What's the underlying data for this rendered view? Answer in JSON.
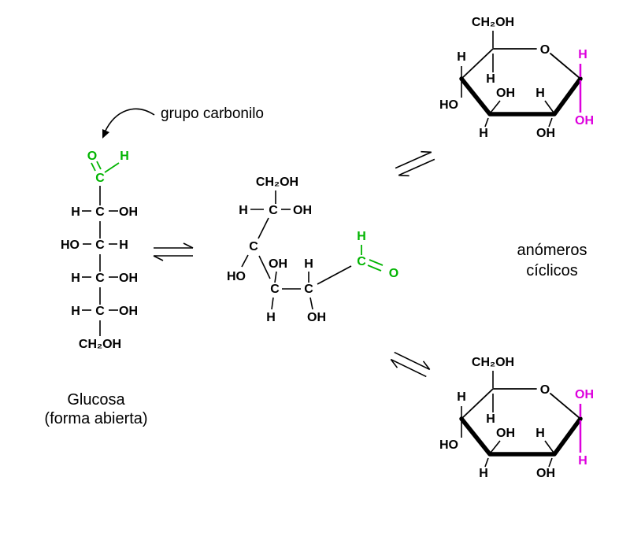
{
  "colors": {
    "green": "#00b400",
    "magenta": "#dd00dd"
  },
  "annotation": {
    "carbonyl": "grupo carbonilo"
  },
  "open_chain": {
    "aldehyde": {
      "o": "O",
      "c": "C",
      "h": "H"
    },
    "rows": [
      {
        "left": "H",
        "c": "C",
        "right": "OH"
      },
      {
        "left": "HO",
        "c": "C",
        "right": "H"
      },
      {
        "left": "H",
        "c": "C",
        "right": "OH"
      },
      {
        "left": "H",
        "c": "C",
        "right": "OH"
      }
    ],
    "tail": "CH₂OH",
    "caption1": "Glucosa",
    "caption2": "(forma abierta)"
  },
  "bent_chain": {
    "c6": "CH₂OH",
    "c5_h": "H",
    "c5_c": "C",
    "c5_oh": "OH",
    "c4_c": "C",
    "c4_ho": "HO",
    "c3_oh": "OH",
    "c3_c": "C",
    "c3_h": "H",
    "c2_h": "H",
    "c2_c": "C",
    "c2_oh": "OH",
    "c1_h": "H",
    "c1_c": "C",
    "c1_o": "O"
  },
  "anomers": {
    "line1": "anómeros",
    "line2": "cíclicos"
  },
  "alpha_ring": {
    "c6": "CH₂OH",
    "ring_o": "O",
    "c1_up": "H",
    "c1_down": "OH",
    "c2_up": "H",
    "c2_down": "OH",
    "c3_up": "OH",
    "c3_down": "H",
    "c4_up": "H",
    "c4_down": "HO",
    "c5_down": "H"
  },
  "beta_ring": {
    "c6": "CH₂OH",
    "ring_o": "O",
    "c1_up": "OH",
    "c1_down": "H",
    "c2_up": "H",
    "c2_down": "OH",
    "c3_up": "OH",
    "c3_down": "H",
    "c4_up": "H",
    "c4_down": "HO",
    "c5_down": "H"
  }
}
